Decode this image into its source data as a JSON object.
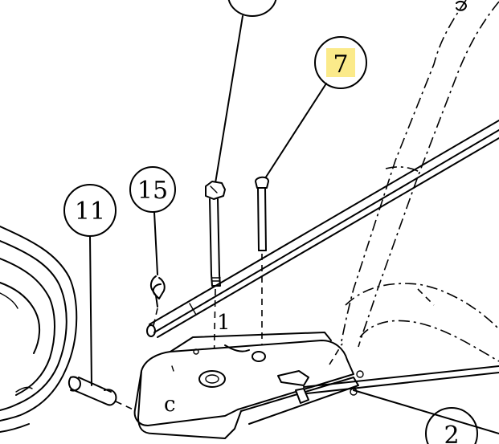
{
  "callouts": {
    "c7": "7",
    "c15": "15",
    "c11": "11",
    "c2": "2",
    "c1": "1"
  },
  "colors": {
    "highlight": "#FBEA8A",
    "ink": "#000000",
    "paper": "#FFFFFF"
  }
}
